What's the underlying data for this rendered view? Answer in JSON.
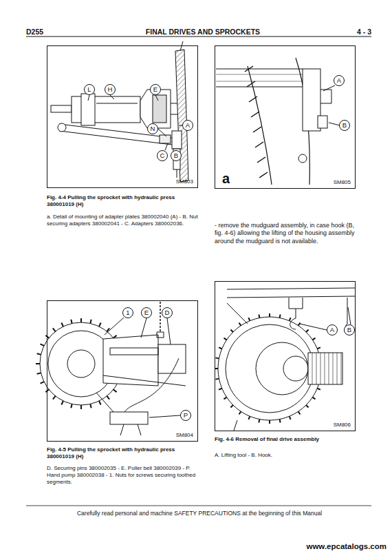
{
  "diagram": {
    "title": "FINAL DRIVES AND SPROCKETS",
    "nodes": [
      {
        "text": [
          "SM803"
        ]
      },
      {
        "text": [
          "L"
        ],
        "in": 0
      },
      {
        "text": [
          "H"
        ],
        "in": 0
      },
      {
        "text": [
          "E"
        ],
        "in": 0
      },
      {
        "text": [
          "N"
        ],
        "in": 0
      },
      {
        "text": [
          "A"
        ],
        "in": 0
      },
      {
        "text": [
          "C"
        ],
        "in": 0
      },
      {
        "text": [
          "B"
        ],
        "in": 0
      },
      {
        "text": [
          "a",
          "SM805"
        ]
      },
      {
        "text": [
          "A"
        ],
        "in": 8
      },
      {
        "text": [
          "B"
        ],
        "in": 8
      },
      {
        "text": [
          "SM804"
        ]
      },
      {
        "text": [
          "1"
        ],
        "in": 11
      },
      {
        "text": [
          "E"
        ],
        "in": 11
      },
      {
        "text": [
          "D"
        ],
        "in": 11
      },
      {
        "text": [
          "P"
        ],
        "in": 11
      },
      {
        "text": [
          "SM806"
        ]
      },
      {
        "text": [
          "A"
        ],
        "in": 16
      },
      {
        "text": [
          "B"
        ],
        "in": 16
      }
    ],
    "labels": [
      "D255",
      "4 - 3",
      "Fig. 4-4 Pulling the sprocket with hydraulic press 380001019 (H)",
      "a. Detail of mounting of adapter plates 380002040 (A) - B. Nut securing adapters 380002041 - C. Adapters 380002036.",
      "- remove the mudguard assembly, in case hook (B, fig. 4-6) allowing the lifting of the housing assembly around the mudguard is not available.",
      "Fig. 4-5 Pulling the sprocket with hydraulic press 380001019 (H)",
      "D. Securing pins 380002035 - E. Puller bell 380002039 - P. Hand pump 380002038 - 1. Nuts for screws securing toothed segments.",
      "Fig. 4-6 Removal of final drive assembly",
      "A. Lifting tool - B. Hook.",
      "Carefully read personal and machine SAFETY PRECAUTIONS at the beginning of this Manual",
      "www.epcatalogs.com"
    ]
  }
}
